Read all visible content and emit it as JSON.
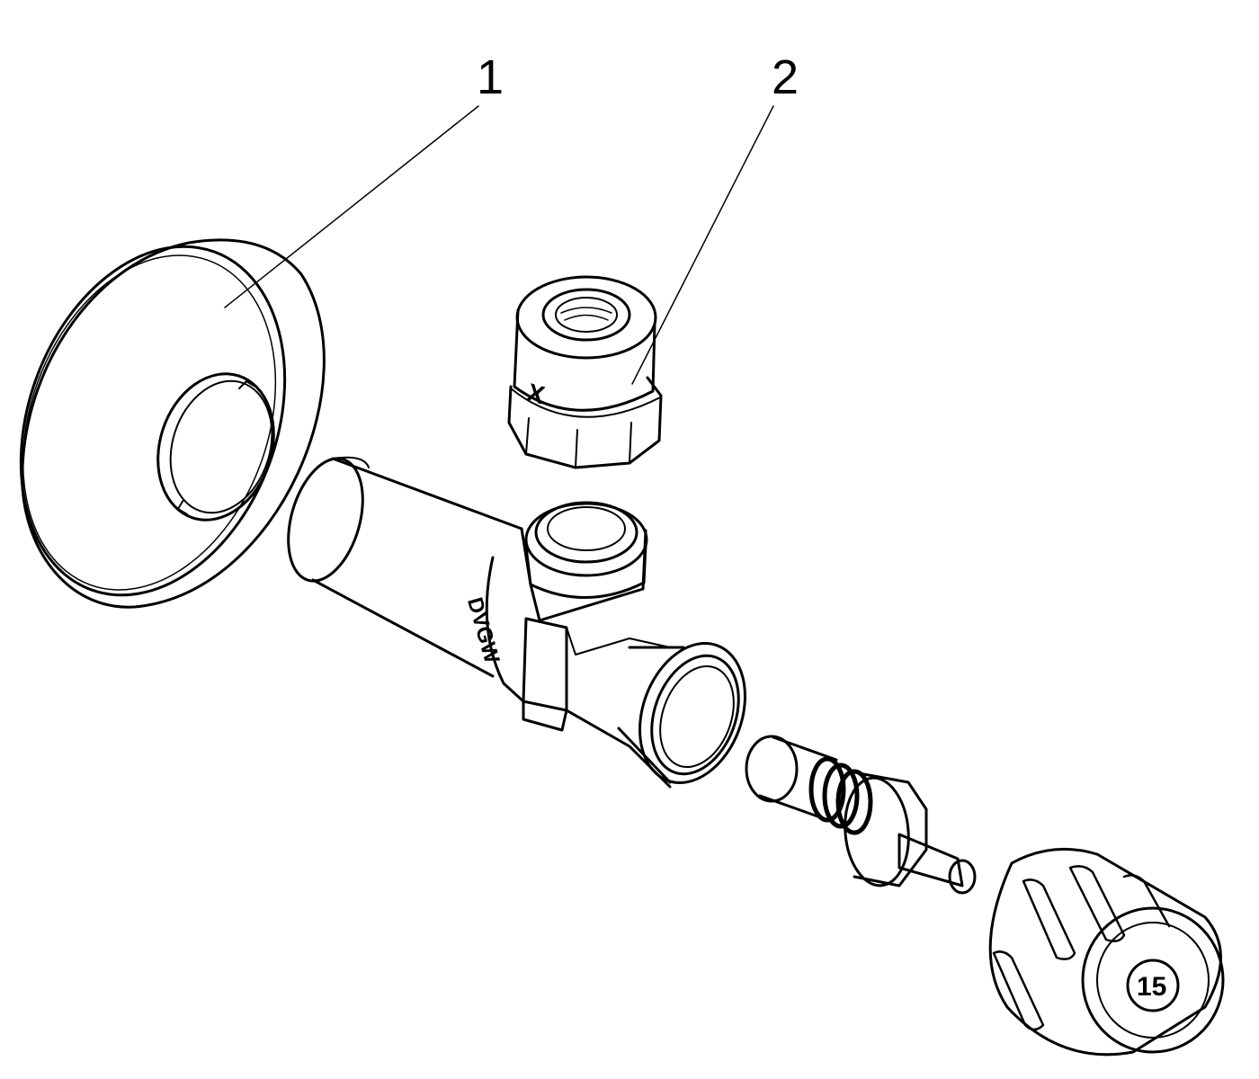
{
  "callouts": [
    {
      "label": "1",
      "part": "escutcheon-rosette"
    },
    {
      "label": "2",
      "part": "compression-nut"
    }
  ],
  "markings": {
    "valve_body_stamp": "DVGW",
    "nut_mark": "X",
    "handle_badge": "15"
  },
  "colors": {
    "line": "#000000",
    "background": "#ffffff"
  }
}
